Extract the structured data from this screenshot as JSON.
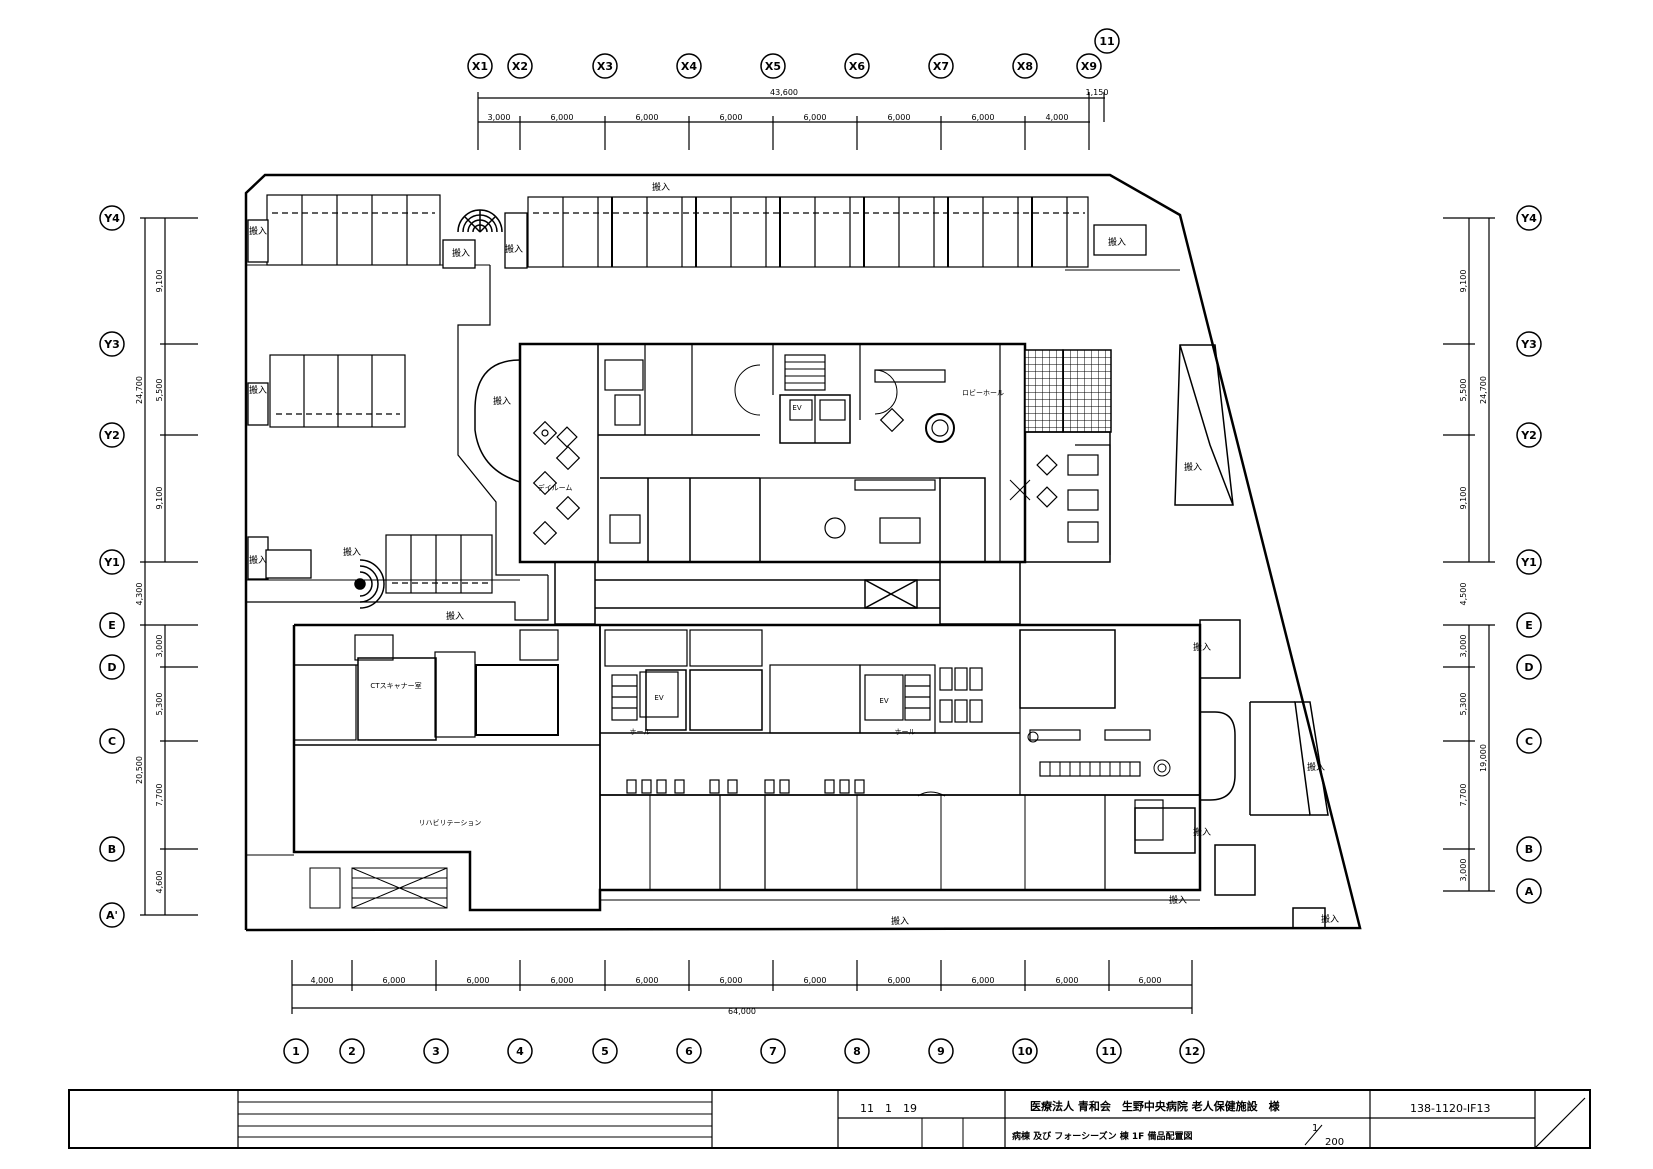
{
  "grid": {
    "x_top_letters": [
      "X1",
      "X2",
      "X3",
      "X4",
      "X5",
      "X6",
      "X7",
      "X8",
      "X9"
    ],
    "x_top_extra": "11",
    "x_top_total": "43,600",
    "x_top_extra_dim": "1,150",
    "x_top_spans": [
      "3,000",
      "6,000",
      "6,000",
      "6,000",
      "6,000",
      "6,000",
      "6,000",
      "4,000"
    ],
    "y_labels": [
      "Y4",
      "Y3",
      "Y2",
      "Y1",
      "E",
      "D",
      "C",
      "B",
      "A'"
    ],
    "y_left_total_upper": "24,700",
    "y_left_spans_upper": [
      "9,100",
      "5,500",
      "9,100"
    ],
    "y_left_e": "4,300",
    "y_left_total_lower": "20,500",
    "y_left_spans_lower": [
      "3,000",
      "5,300",
      "7,700",
      "4,600"
    ],
    "y_right_labels": [
      "Y4",
      "Y3",
      "Y2",
      "Y1",
      "E",
      "D",
      "C",
      "B",
      "A"
    ],
    "y_right_total_upper": "24,700",
    "y_right_spans_upper": [
      "9,100",
      "5,500",
      "9,100"
    ],
    "y_right_e": "4,500",
    "y_right_total_lower": "19,000",
    "y_right_spans_lower": [
      "3,000",
      "5,300",
      "7,700",
      "3,000"
    ],
    "x_bottom_numbers": [
      "1",
      "2",
      "3",
      "4",
      "5",
      "6",
      "7",
      "8",
      "9",
      "10",
      "11",
      "12"
    ],
    "x_bottom_spans": [
      "4,000",
      "6,000",
      "6,000",
      "6,000",
      "6,000",
      "6,000",
      "6,000",
      "6,000",
      "6,000",
      "6,000",
      "6,000"
    ],
    "x_bottom_total": "64,000"
  },
  "rooms": {
    "hannyu": "搬入",
    "dayroom": "デイルーム",
    "lobby_hall": "ロビーホール",
    "rehab": "リハビリテーション",
    "ev": "EV",
    "hall": "ホール",
    "ct": "CTスキャナー室"
  },
  "title_block": {
    "client": "医療法人 青和会　生野中央病院 老人保健施設　様",
    "drawing_title": "病棟 及び フォーシーズン 棟 1F 備品配置図",
    "date": "11　1　19",
    "drawing_no": "138-1120-IF13",
    "scale_num": "1",
    "scale_den": "200"
  }
}
